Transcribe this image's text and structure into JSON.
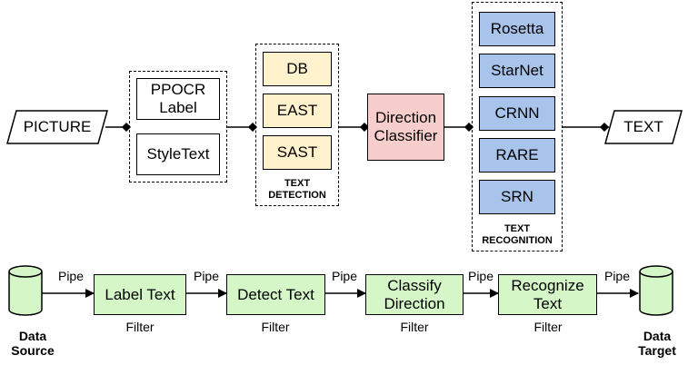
{
  "top": {
    "input": "PICTURE",
    "output": "TEXT",
    "tools": [
      "PPOCR Label",
      "StyleText"
    ],
    "detection": {
      "items": [
        "DB",
        "EAST",
        "SAST"
      ],
      "label": "TEXT DETECTION"
    },
    "classifier": "Direction Classifier",
    "recognition": {
      "items": [
        "Rosetta",
        "StarNet",
        "CRNN",
        "RARE",
        "SRN"
      ],
      "label": "TEXT RECOGNITION"
    }
  },
  "bottom": {
    "source": "Data Source",
    "target": "Data Target",
    "pipe_label": "Pipe",
    "filter_label": "Filter",
    "filters": [
      "Label Text",
      "Detect Text",
      "Classify Direction",
      "Recognize Text"
    ]
  },
  "colors": {
    "tool_fill": "#ffffff",
    "detection_fill": "#fff2cc",
    "classifier_fill": "#f8cecc",
    "recognition_fill": "#a9c4eb",
    "filter_fill": "#d5f7c8"
  }
}
